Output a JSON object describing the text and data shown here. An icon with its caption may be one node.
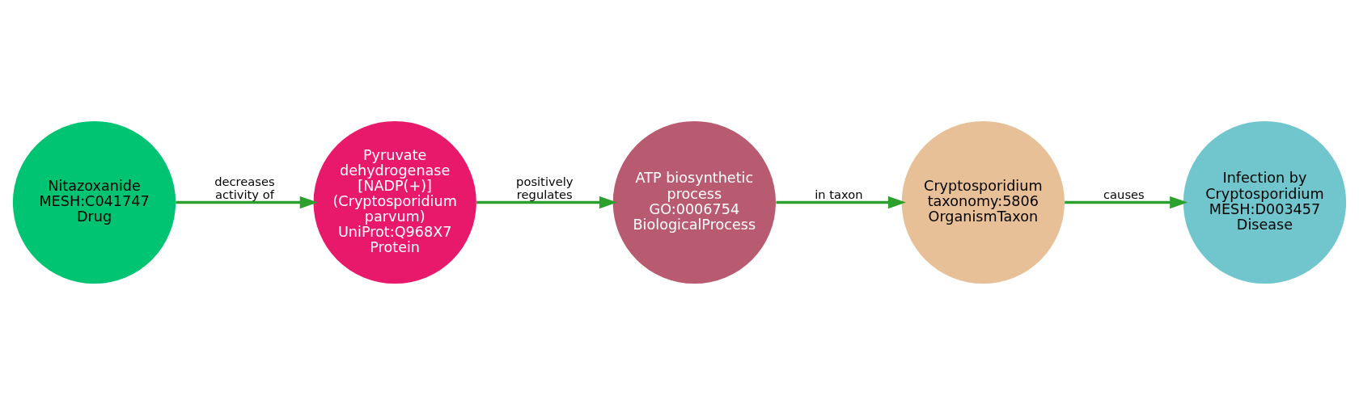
{
  "diagram": {
    "nodes": [
      {
        "text": [
          "Nitazoxanide",
          "MESH:C041747",
          "Drug"
        ]
      },
      {
        "text": [
          "Pyruvate dehydrogenase [NADP(+)] (Cryptosporidium parvum)",
          "UniProt:Q968X7",
          "Protein"
        ]
      },
      {
        "text": [
          "ATP biosynthetic process",
          "GO:0006754",
          "BiologicalProcess"
        ]
      },
      {
        "text": [
          "Cryptosporidium",
          "taxonomy:5806",
          "OrganismTaxon"
        ]
      },
      {
        "text": [
          "Infection by Cryptosporidium",
          "MESH:D003457",
          "Disease"
        ]
      }
    ],
    "edges": [
      {
        "from": 0,
        "to": 1,
        "arrow": "to",
        "label": "decreases activity of"
      },
      {
        "from": 1,
        "to": 2,
        "arrow": "to",
        "label": "positively regulates"
      },
      {
        "from": 2,
        "to": 3,
        "arrow": "to",
        "label": "in taxon"
      },
      {
        "from": 3,
        "to": 4,
        "arrow": "to",
        "label": "causes"
      }
    ]
  }
}
